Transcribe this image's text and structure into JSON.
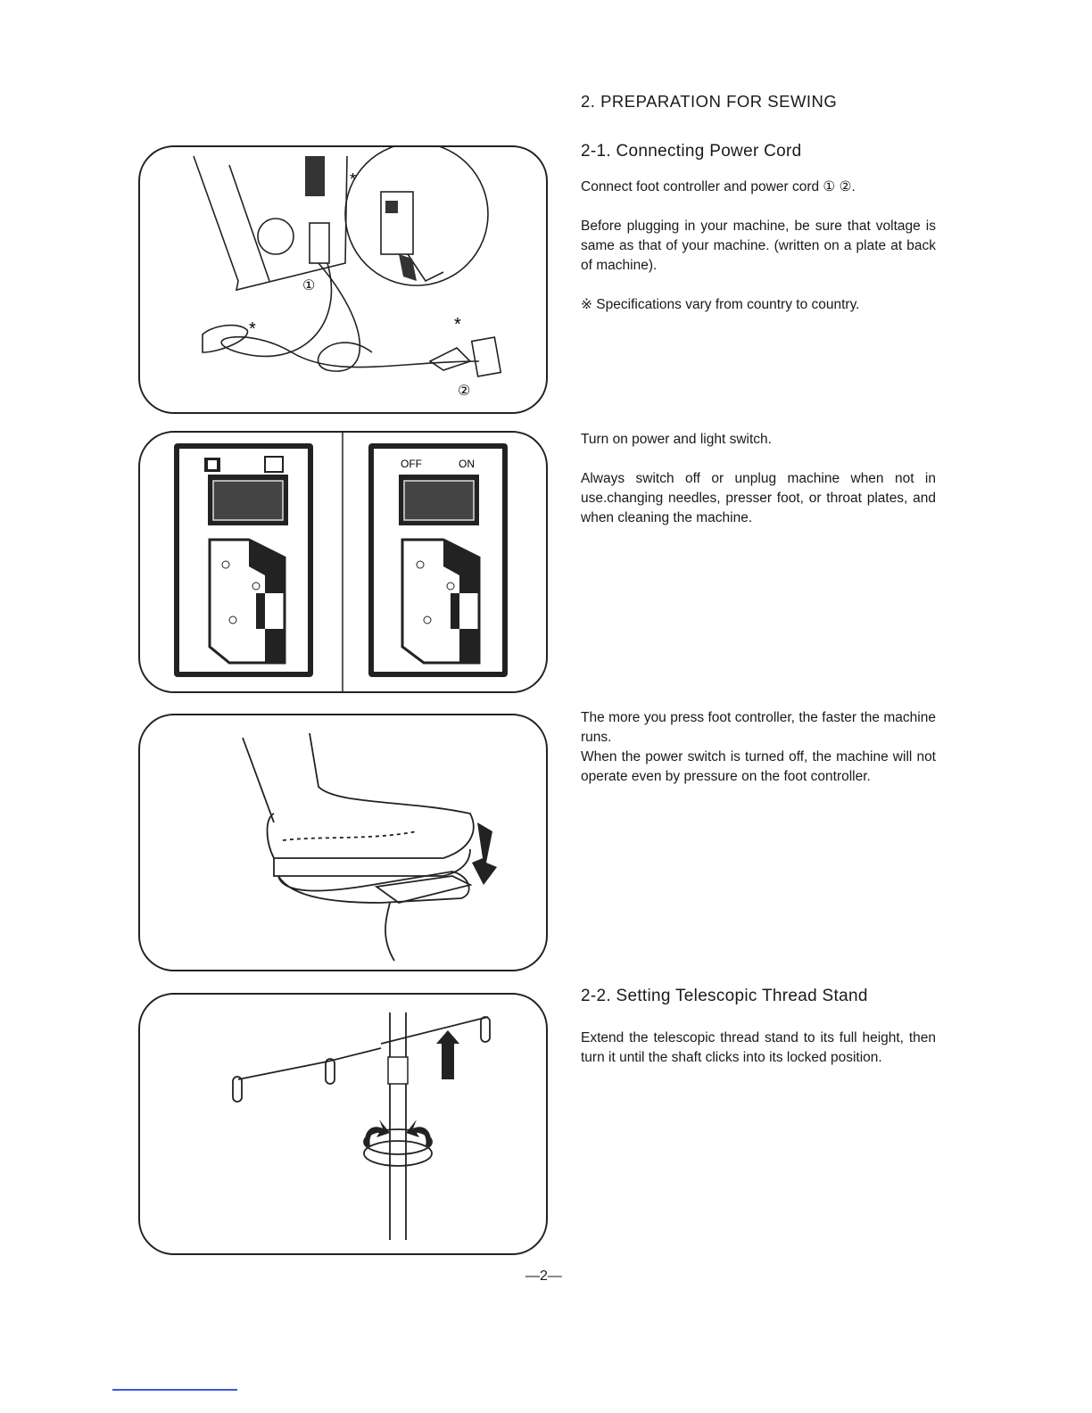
{
  "section_title": "2. PREPARATION FOR SEWING",
  "sub1": {
    "title": "2-1. Connecting Power Cord",
    "p1": "Connect foot controller and power cord ① ②.",
    "p2": "Before plugging in your machine, be sure that voltage is same as that of your machine. (written on a plate at back of machine).",
    "p3": "※ Specifications vary from country to country."
  },
  "switch_text": {
    "p1": "Turn on power and light switch.",
    "p2": "Always switch off or unplug machine when not in use.changing needles, presser foot, or throat plates, and when cleaning the machine."
  },
  "foot_text": {
    "p1": "The more you press foot controller, the faster the machine runs.",
    "p2": "When the power switch is turned off, the machine will not operate even by pressure on the foot controller."
  },
  "sub2": {
    "title": "2-2. Setting Telescopic Thread Stand",
    "p1": "Extend the telescopic thread stand to its full height, then turn it until the shaft clicks into its locked position."
  },
  "fig1": {
    "label1": "①",
    "label2": "②",
    "star": "*"
  },
  "fig2": {
    "off": "OFF",
    "on": "ON"
  },
  "page_number": "—2—"
}
